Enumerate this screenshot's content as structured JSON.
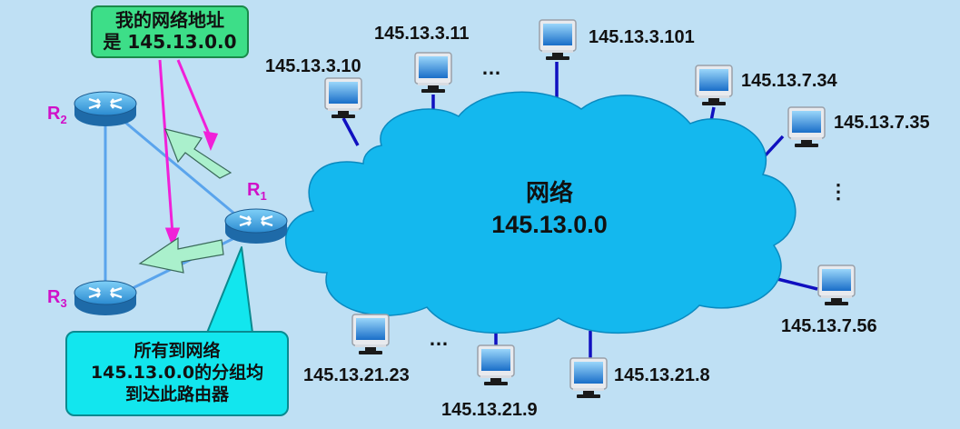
{
  "network": {
    "title": "网络",
    "address": "145.13.0.0"
  },
  "routers": {
    "r1": {
      "letter": "R",
      "sub": "1"
    },
    "r2": {
      "letter": "R",
      "sub": "2"
    },
    "r3": {
      "letter": "R",
      "sub": "3"
    }
  },
  "callouts": {
    "top": {
      "line1": "我的网络地址",
      "line2": "是 145.13.0.0"
    },
    "bottom": {
      "line1": "所有到网络",
      "line2": "145.13.0.0的分组均",
      "line3": "到达此路由器"
    }
  },
  "hosts": {
    "h1": "145.13.3.10",
    "h2": "145.13.3.11",
    "h3": "145.13.3.101",
    "h4": "145.13.7.34",
    "h5": "145.13.7.35",
    "h6": "145.13.7.56",
    "h7": "145.13.21.8",
    "h8": "145.13.21.9",
    "h9": "145.13.21.23"
  },
  "ellipsis": {
    "top": "…",
    "right": "⋮",
    "bottom": "…"
  },
  "colors": {
    "background": "#bfe0f4",
    "cloud": "#14b8ee",
    "link_lan": "#1010c0",
    "link_router": "#5aa4ec",
    "callout_top": "#3dde88",
    "callout_bottom": "#12e6ee",
    "pointer": "#f020d8",
    "arrow": "#aaf0cc"
  }
}
